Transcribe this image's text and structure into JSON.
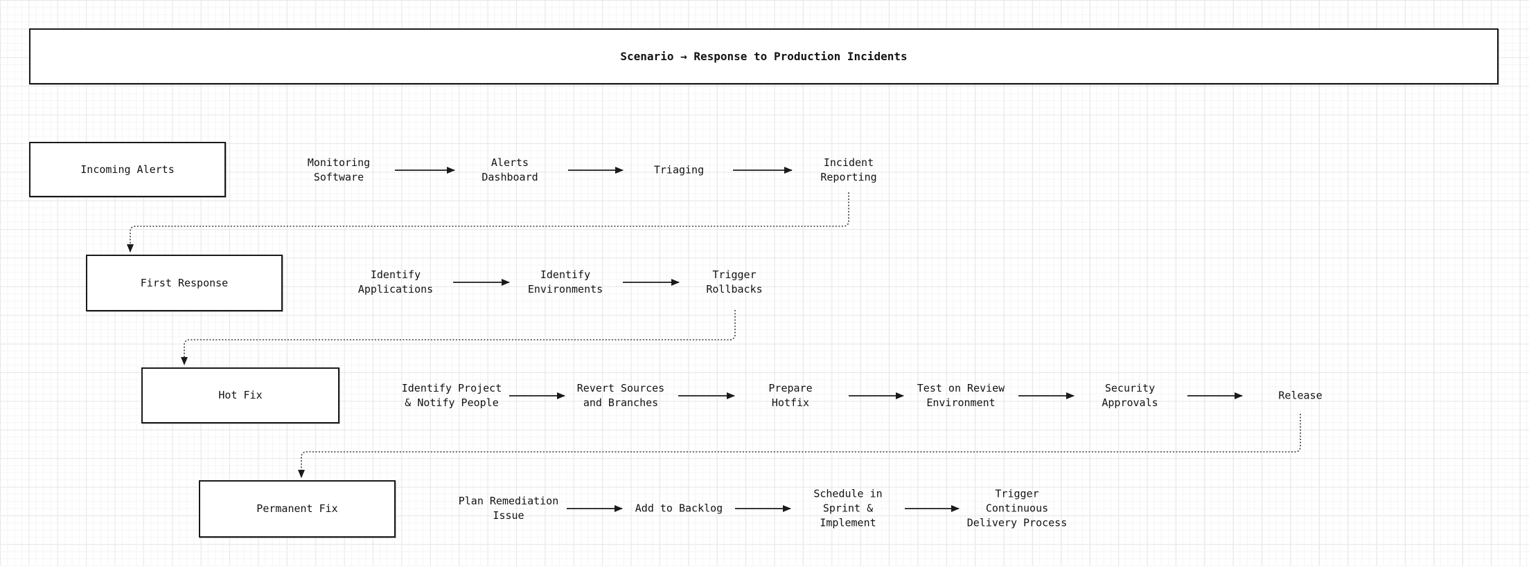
{
  "title": "Scenario → Response to Production Incidents",
  "colors": {
    "background": "#ffffff",
    "grid_minor": "#f5f5f7",
    "grid_major": "#e7e7ea",
    "node_fill": "#ffffff",
    "node_border": "#1a1a1a",
    "text": "#121212",
    "connector": "#3a3a3a"
  },
  "lanes": [
    {
      "box": "Incoming Alerts",
      "steps": [
        "Monitoring\nSoftware",
        "Alerts\nDashboard",
        "Triaging",
        "Incident\nReporting"
      ]
    },
    {
      "box": "First Response",
      "steps": [
        "Identify\nApplications",
        "Identify\nEnvironments",
        "Trigger\nRollbacks"
      ]
    },
    {
      "box": "Hot Fix",
      "steps": [
        "Identify Project\n& Notify People",
        "Revert Sources\nand Branches",
        "Prepare\nHotfix",
        "Test on Review\nEnvironment",
        "Security\nApprovals",
        "Release"
      ]
    },
    {
      "box": "Permanent Fix",
      "steps": [
        "Plan Remediation\nIssue",
        "Add to Backlog",
        "Schedule in\nSprint &\nImplement",
        "Trigger\nContinuous\nDelivery Process"
      ]
    }
  ]
}
